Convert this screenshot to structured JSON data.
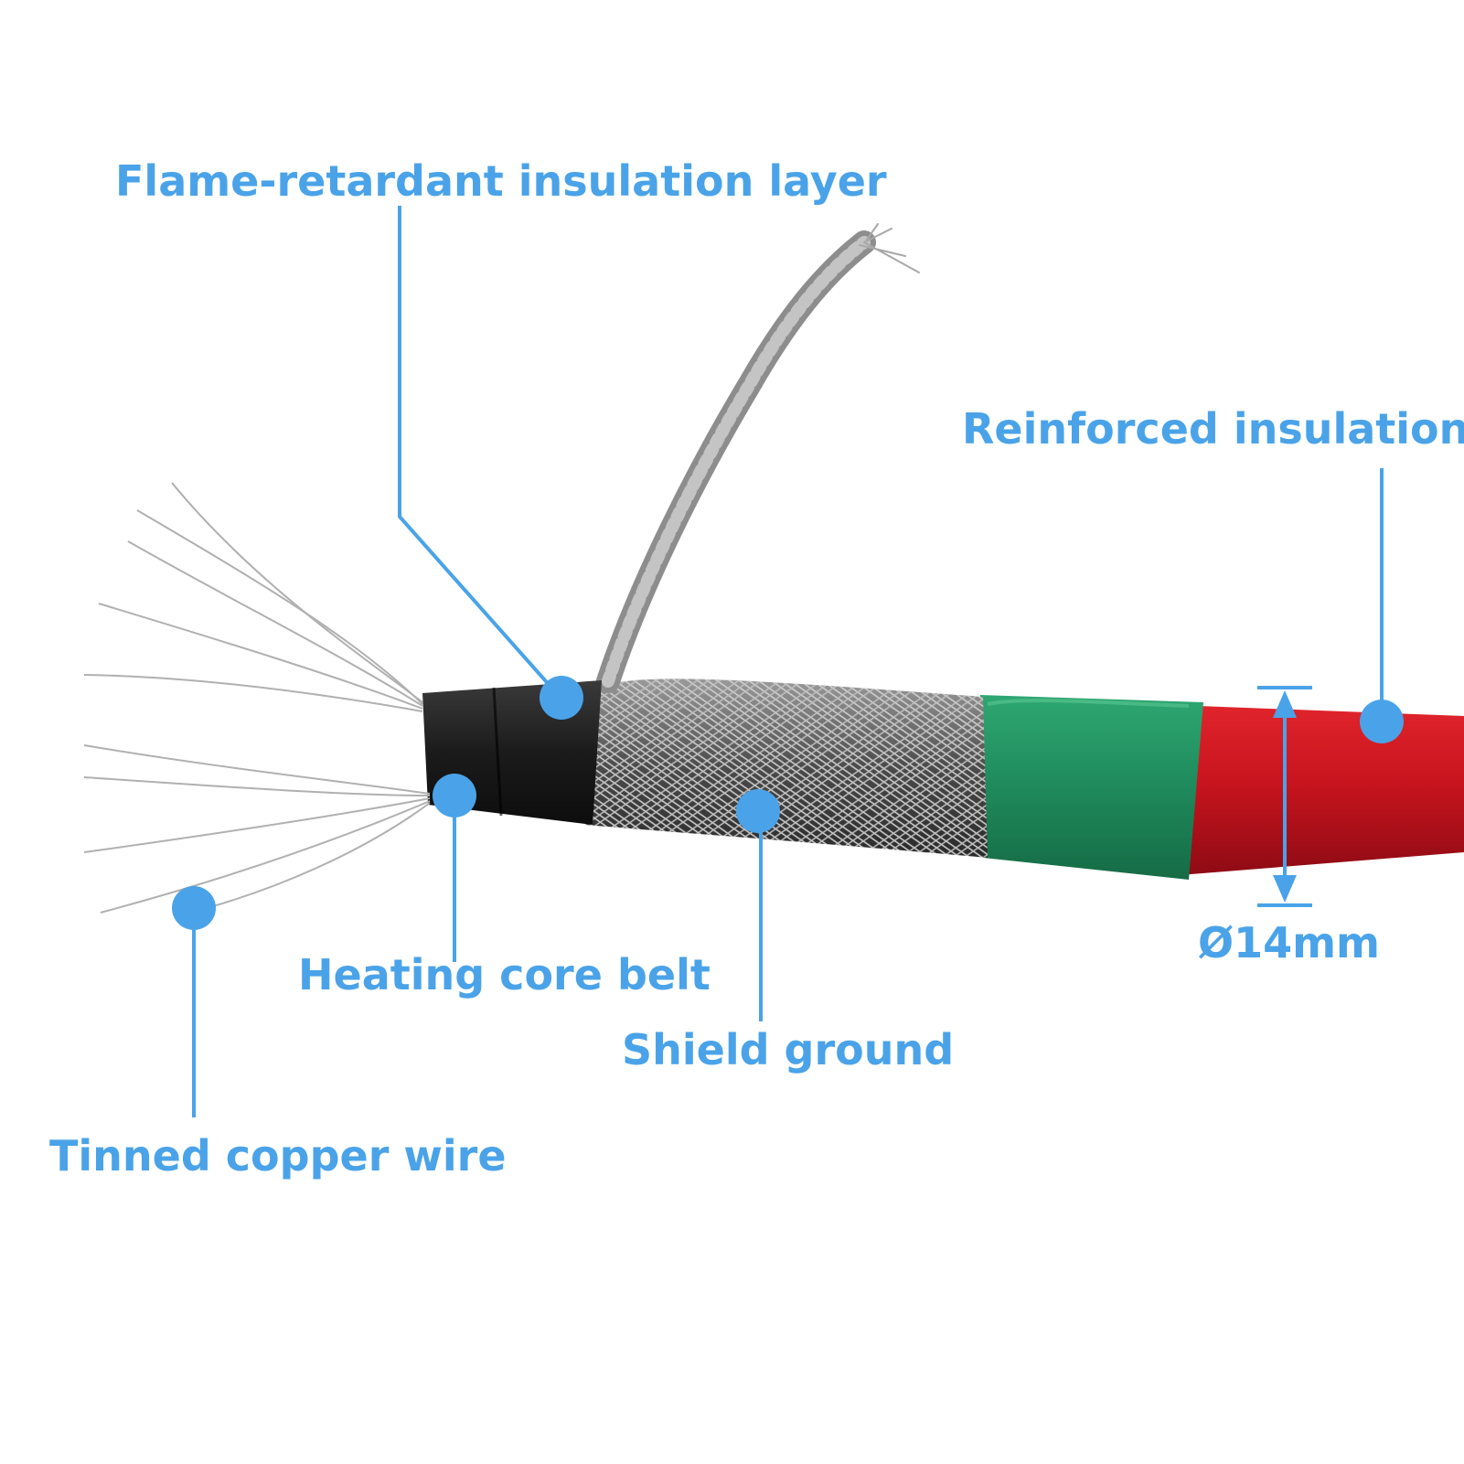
{
  "colors": {
    "annotation": "#4aa3e8",
    "label_text": "#4aa3e8",
    "cable_red": "#c8141e",
    "cable_red_shadow": "#8e0b14",
    "green_sleeve": "#1f8a5c",
    "core_black": "#1b1b1b",
    "braid_silver": "#b9b9b9",
    "background": "#ffffff"
  },
  "labels": {
    "flame_retardant": "Flame-retardant insulation layer",
    "reinforced": "Reinforced insulation",
    "heating_core": "Heating core belt",
    "shield_ground": "Shield ground",
    "tinned_copper": "Tinned copper wire",
    "diameter": "Ø14mm"
  }
}
